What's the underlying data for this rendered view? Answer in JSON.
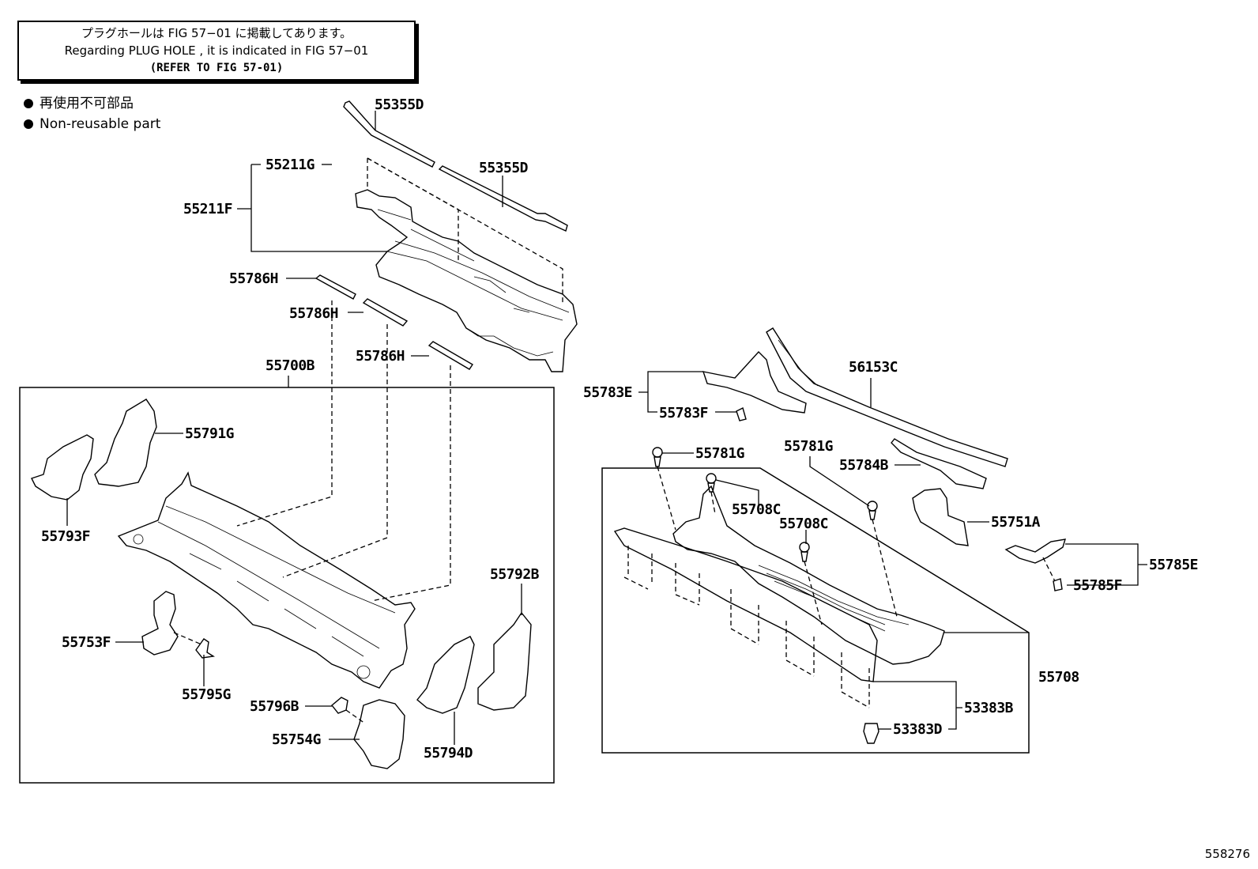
{
  "note": {
    "line1": "プラグホールは FIG 57−01 に掲載してあります。",
    "line2": "Regarding  PLUG  HOLE , it is indicated in FIG 57−01",
    "line3": "(REFER TO FIG 57-01)"
  },
  "legend": {
    "jp": "再使用不可部品",
    "en": "Non-reusable part"
  },
  "labels": {
    "p55355D_a": "55355D",
    "p55355D_b": "55355D",
    "p55211G": "55211G",
    "p55211F": "55211F",
    "p55786H_a": "55786H",
    "p55786H_b": "55786H",
    "p55786H_c": "55786H",
    "p55700B": "55700B",
    "p55791G": "55791G",
    "p55793F": "55793F",
    "p55792B": "55792B",
    "p55753F": "55753F",
    "p55795G": "55795G",
    "p55796B": "55796B",
    "p55754G": "55754G",
    "p55794D": "55794D",
    "p55783E": "55783E",
    "p55783F": "55783F",
    "p56153C": "56153C",
    "p55781G_a": "55781G",
    "p55781G_b": "55781G",
    "p55784B": "55784B",
    "p55708C_a": "55708C",
    "p55708C_b": "55708C",
    "p55751A": "55751A",
    "p55785E": "55785E",
    "p55785F": "55785F",
    "p55708": "55708",
    "p53383B": "53383B",
    "p53383D": "53383D"
  },
  "figure_number": "558276"
}
